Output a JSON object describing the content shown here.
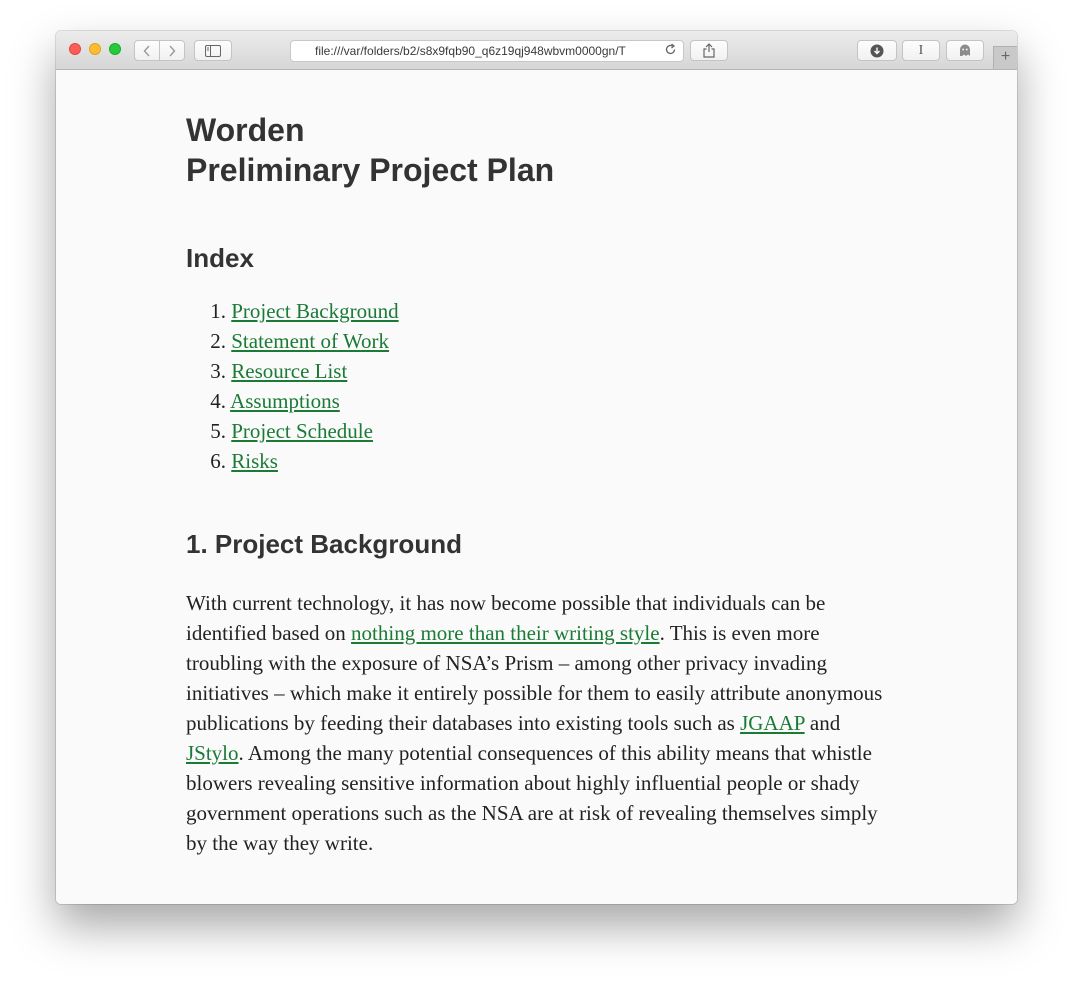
{
  "browser": {
    "address": "file:///var/folders/b2/s8x9fqb90_q6z19qj948wbvm0000gn/T",
    "reader_label": "I",
    "new_tab_label": "+"
  },
  "doc": {
    "title_line1": "Worden",
    "title_line2": "Preliminary Project Plan",
    "index_heading": "Index",
    "index": [
      {
        "num": "1.",
        "label": "Project Background"
      },
      {
        "num": "2.",
        "label": "Statement of Work"
      },
      {
        "num": "3.",
        "label": "Resource List"
      },
      {
        "num": "4.",
        "label": "Assumptions"
      },
      {
        "num": "5.",
        "label": "Project Schedule"
      },
      {
        "num": "6.",
        "label": "Risks"
      }
    ],
    "section1_heading": "1. Project Background",
    "para": {
      "t1": "With current technology, it has now become possible that individuals can be identified based on ",
      "link1": "nothing more than their writing style",
      "t2": ". This is even more troubling with the exposure of NSA’s Prism – among other privacy invading initiatives – which make it entirely possible for them to easily attribute anonymous publications by feeding their databases into existing tools such as ",
      "link2": "JGAAP",
      "t3": " and ",
      "link3": "JStylo",
      "t4": ". Among the many potential consequences of this ability means that whistle blowers revealing sensitive information about highly influential people or shady government operations such as the NSA are at risk of revealing themselves simply by the way they write."
    },
    "link_color": "#1a7a36"
  }
}
